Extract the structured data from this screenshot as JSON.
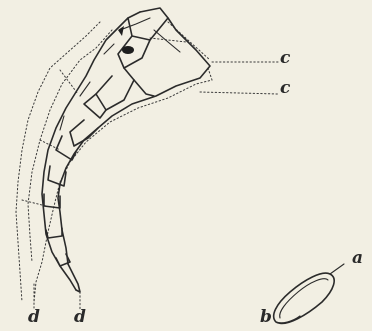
{
  "labels": {
    "c_upper": "c",
    "c_lower": "c",
    "d_left": "d",
    "d_right": "d",
    "a": "a",
    "b": "b"
  },
  "colors": {
    "paper": "#f2efe3",
    "ink": "#2b2b2b"
  }
}
